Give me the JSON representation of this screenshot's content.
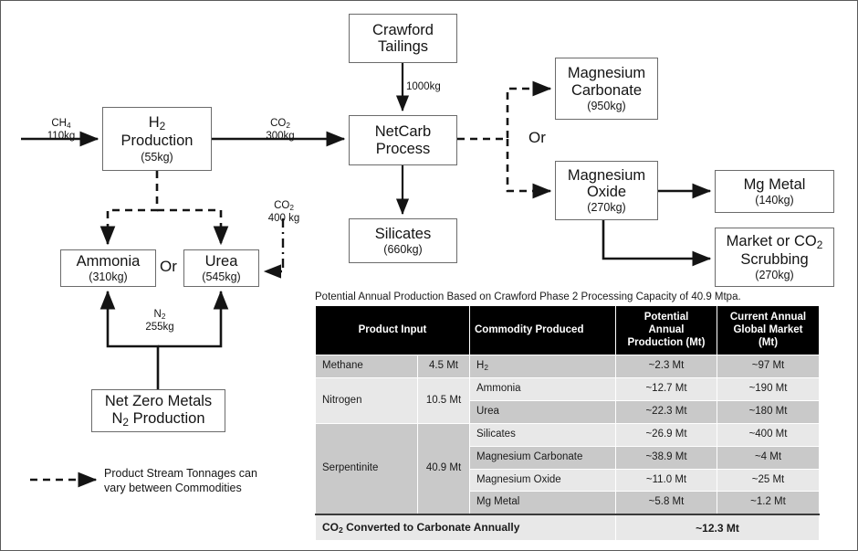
{
  "diagram": {
    "nodes": {
      "h2_production": {
        "title_html": "H<sub>2</sub>",
        "line2": "Production",
        "qty": "(55kg)"
      },
      "crawford_tailings": {
        "line1": "Crawford",
        "line2": "Tailings"
      },
      "netcarb": {
        "line1": "NetCarb",
        "line2": "Process"
      },
      "silicates": {
        "line1": "Silicates",
        "qty": "(660kg)"
      },
      "mg_carbonate": {
        "line1": "Magnesium",
        "line2": "Carbonate",
        "qty": "(950kg)"
      },
      "mg_oxide": {
        "line1": "Magnesium",
        "line2": "Oxide",
        "qty": "(270kg)"
      },
      "mg_metal": {
        "line1": "Mg Metal",
        "qty": "(140kg)"
      },
      "market_scrubbing": {
        "line1_html": "Market or CO<sub>2</sub>",
        "line2": "Scrubbing",
        "qty": "(270kg)"
      },
      "ammonia": {
        "line1": "Ammonia",
        "qty": "(310kg)"
      },
      "urea": {
        "line1": "Urea",
        "qty": "(545kg)"
      },
      "net_zero_metals": {
        "line1": "Net Zero Metals",
        "line2_html": "N<sub>2</sub> Production"
      }
    },
    "edge_labels": {
      "ch4": {
        "species_html": "CH<sub>4</sub>",
        "mass": "110kg"
      },
      "co2_to_netcarb": {
        "species_html": "CO<sub>2</sub>",
        "mass": "300kg"
      },
      "tailings_feed": {
        "mass": "1000kg"
      },
      "co2_to_urea": {
        "species_html": "CO<sub>2</sub>",
        "mass": "400 kg"
      },
      "n2_feed": {
        "species_html": "N<sub>2</sub>",
        "mass": "255kg"
      }
    },
    "or_labels": {
      "left": "Or",
      "right": "Or"
    },
    "legend": {
      "line1": "Product Stream Tonnages can",
      "line2": "vary between Commodities"
    }
  },
  "table": {
    "caption": "Potential Annual Production Based on Crawford Phase 2 Processing Capacity of 40.9 Mtpa.",
    "headers": [
      "Product Input",
      "Commodity Produced",
      "Potential Annual Production (Mt)",
      "Current Annual Global Market (Mt)"
    ],
    "header_lines": {
      "c0": "Product Input",
      "c1": "Commodity Produced",
      "c2a": "Potential",
      "c2b": "Annual",
      "c2c": "Production (Mt)",
      "c3a": "Current Annual",
      "c3b": "Global Market",
      "c3c": "(Mt)"
    },
    "rows": [
      {
        "input": "Methane",
        "input_mt": "4.5 Mt",
        "commodity_html": "H<sub>2</sub>",
        "production": "~2.3 Mt",
        "market": "~97 Mt",
        "shade": "sh-d",
        "input_shade": "sh-d"
      },
      {
        "input": "Nitrogen",
        "input_mt": "10.5 Mt",
        "commodity_html": "Ammonia",
        "production": "~12.7 Mt",
        "market": "~190 Mt",
        "shade": "sh-l",
        "input_shade": "sh-l"
      },
      {
        "input": "",
        "input_mt": "",
        "commodity_html": "Urea",
        "production": "~22.3 Mt",
        "market": "~180 Mt",
        "shade": "sh-d",
        "input_shade": "sh-l"
      },
      {
        "input": "Serpentinite",
        "input_mt": "40.9 Mt",
        "commodity_html": "Silicates",
        "production": "~26.9 Mt",
        "market": "~400 Mt",
        "shade": "sh-l",
        "input_shade": "sh-d"
      },
      {
        "input": "",
        "input_mt": "",
        "commodity_html": "Magnesium Carbonate",
        "production": "~38.9 Mt",
        "market": "~4 Mt",
        "shade": "sh-d",
        "input_shade": "sh-d"
      },
      {
        "input": "",
        "input_mt": "",
        "commodity_html": "Magnesium Oxide",
        "production": "~11.0 Mt",
        "market": "~25 Mt",
        "shade": "sh-l",
        "input_shade": "sh-d"
      },
      {
        "input": "",
        "input_mt": "",
        "commodity_html": "Mg Metal",
        "production": "~5.8 Mt",
        "market": "~1.2 Mt",
        "shade": "sh-d",
        "input_shade": "sh-d"
      }
    ],
    "footer": {
      "label_html": "CO<sub>2</sub> Converted to Carbonate Annually",
      "value": "~12.3 Mt"
    }
  },
  "colors": {
    "header_bg": "#000000",
    "row_dark": "#c9c9c9",
    "row_light": "#e8e8e8",
    "stroke": "#141414",
    "box_border": "#6b6b6b"
  }
}
